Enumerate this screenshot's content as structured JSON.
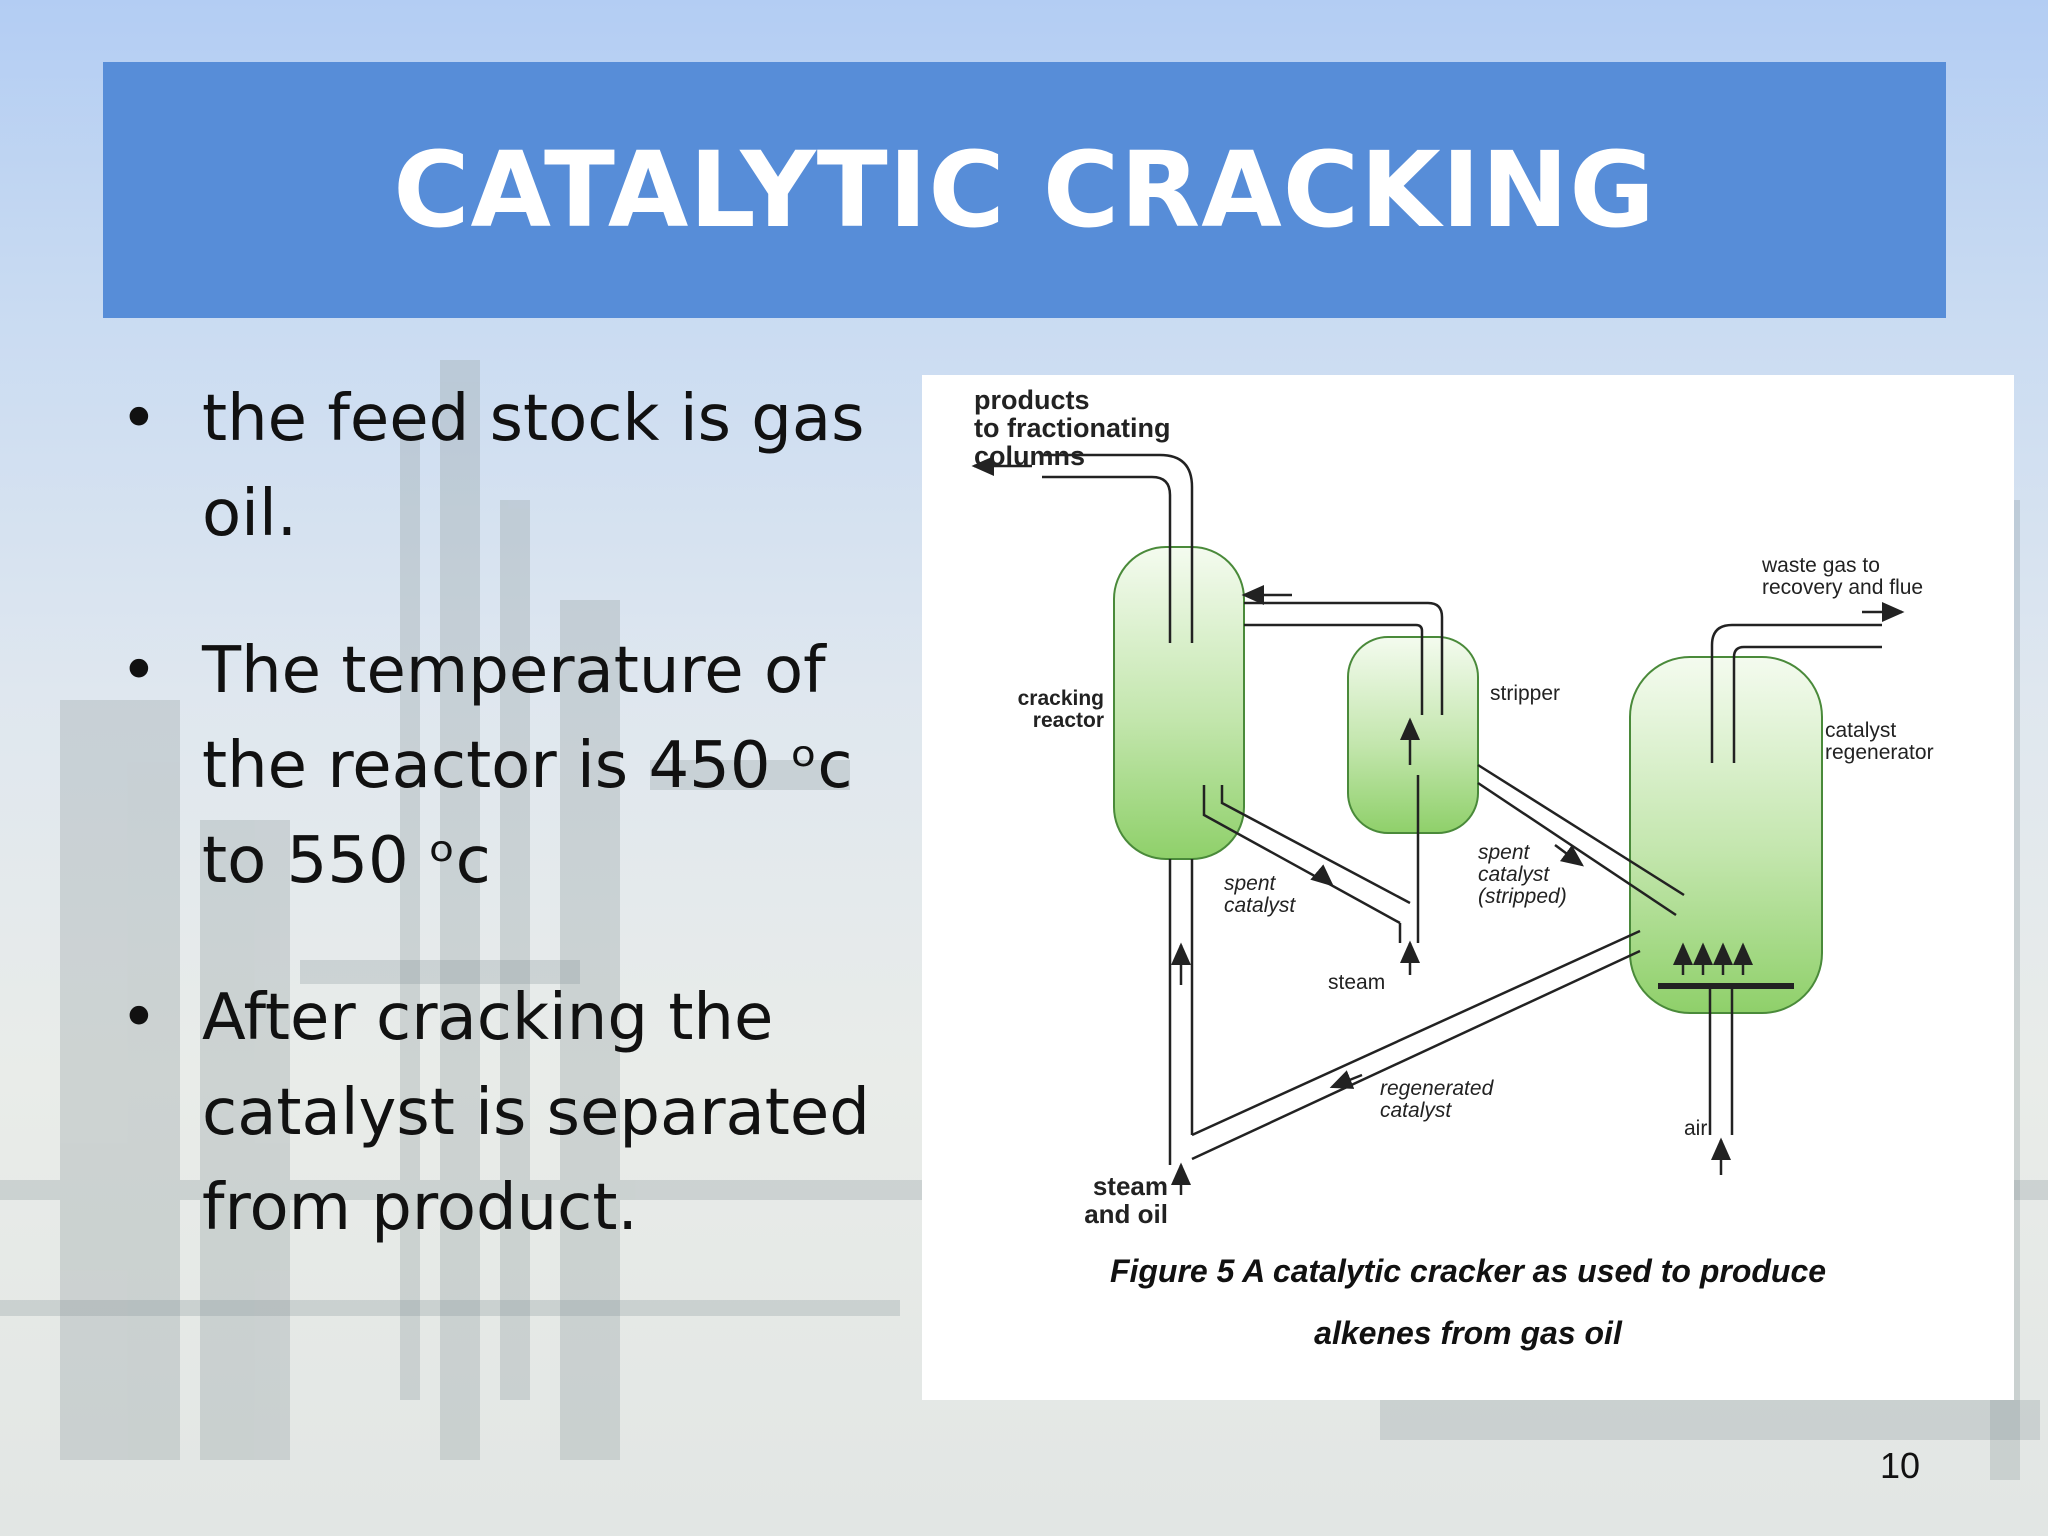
{
  "slide": {
    "title": "CATALYTIC CRACKING",
    "page_number": "10"
  },
  "bullets": [
    {
      "text": "the feed stock is gas oil."
    },
    {
      "text": "The temperature of the reactor is 450 ᵒc to 550 ᵒc"
    },
    {
      "text": "After cracking the catalyst is separated from product."
    }
  ],
  "figure": {
    "labels": {
      "products_1": "products",
      "products_2": "to fractionating",
      "products_3": "columns",
      "waste_1": "waste gas to",
      "waste_2": "recovery and flue",
      "cracking_1": "cracking",
      "cracking_2": "reactor",
      "stripper": "stripper",
      "regen_1": "catalyst",
      "regen_2": "regenerator",
      "spent_1": "spent",
      "spent_2": "catalyst",
      "spent_s_1": "spent",
      "spent_s_2": "catalyst",
      "spent_s_3": "(stripped)",
      "steam": "steam",
      "regenerated_1": "regenerated",
      "regenerated_2": "catalyst",
      "air": "air",
      "steam_oil_1": "steam",
      "steam_oil_2": "and oil"
    },
    "caption_line1": "Figure 5 A catalytic cracker as used to produce",
    "caption_line2": "alkenes from gas oil"
  },
  "colors": {
    "title_band": "#578dd8",
    "vessel_top": "#f4fbef",
    "vessel_bottom": "#8fd06a"
  }
}
